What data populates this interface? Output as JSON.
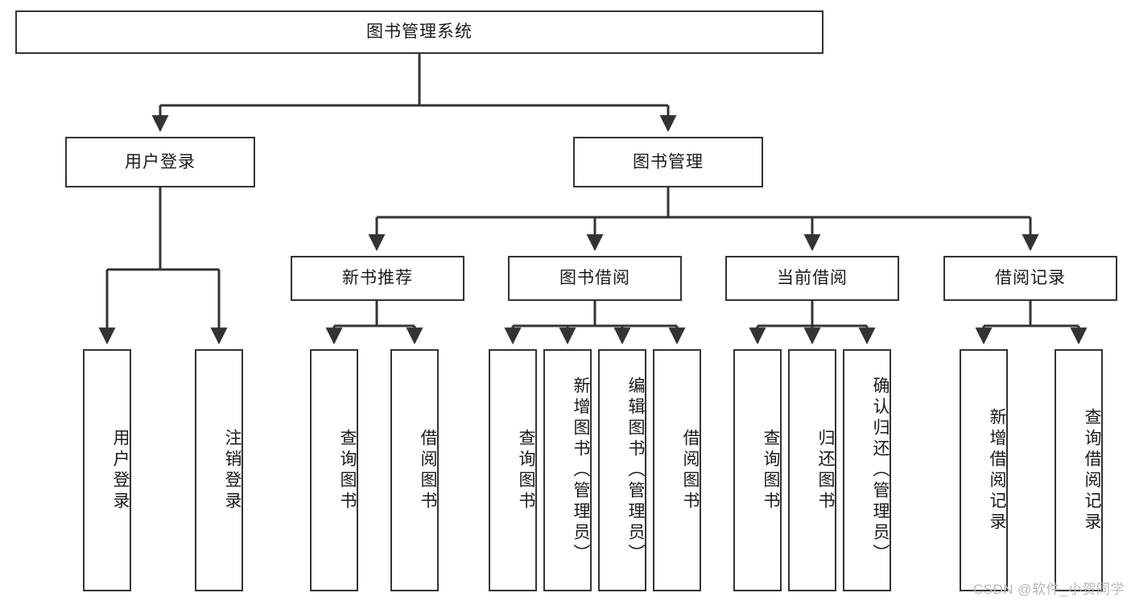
{
  "diagram": {
    "type": "tree-hierarchy",
    "title": "图书管理系统",
    "watermark": "CSDN @软件_小贺同学",
    "colors": {
      "box_border": "#333333",
      "box_fill": "#ffffff",
      "connector": "#333333",
      "text": "#1a1a1a",
      "watermark": "#b8b8b8",
      "background": "#ffffff"
    },
    "nodes": {
      "root": {
        "label": "图书管理系统"
      },
      "level2": [
        {
          "id": "user-login",
          "label": "用户登录"
        },
        {
          "id": "book-manage",
          "label": "图书管理"
        }
      ],
      "level3": [
        {
          "id": "new-book-recommend",
          "label": "新书推荐"
        },
        {
          "id": "book-borrow",
          "label": "图书借阅"
        },
        {
          "id": "current-borrow",
          "label": "当前借阅"
        },
        {
          "id": "borrow-record",
          "label": "借阅记录"
        }
      ],
      "leaves": {
        "user-login": [
          {
            "id": "leaf-user-login",
            "label": "用户登录"
          },
          {
            "id": "leaf-logout-login",
            "label": "注销登录"
          }
        ],
        "new-book-recommend": [
          {
            "id": "leaf-query-book-1",
            "label": "查询图书"
          },
          {
            "id": "leaf-borrow-book-1",
            "label": "借阅图书"
          }
        ],
        "book-borrow": [
          {
            "id": "leaf-query-book-2",
            "label": "查询图书"
          },
          {
            "id": "leaf-add-book",
            "label": "新增图书（管理员）"
          },
          {
            "id": "leaf-edit-book",
            "label": "编辑图书（管理员）"
          },
          {
            "id": "leaf-borrow-book-2",
            "label": "借阅图书"
          }
        ],
        "current-borrow": [
          {
            "id": "leaf-query-book-3",
            "label": "查询图书"
          },
          {
            "id": "leaf-return-book",
            "label": "归还图书"
          },
          {
            "id": "leaf-confirm-return",
            "label": "确认归还（管理员）"
          }
        ],
        "borrow-record": [
          {
            "id": "leaf-add-record",
            "label": "新增借阅记录"
          },
          {
            "id": "leaf-query-record",
            "label": "查询借阅记录"
          }
        ]
      }
    }
  }
}
